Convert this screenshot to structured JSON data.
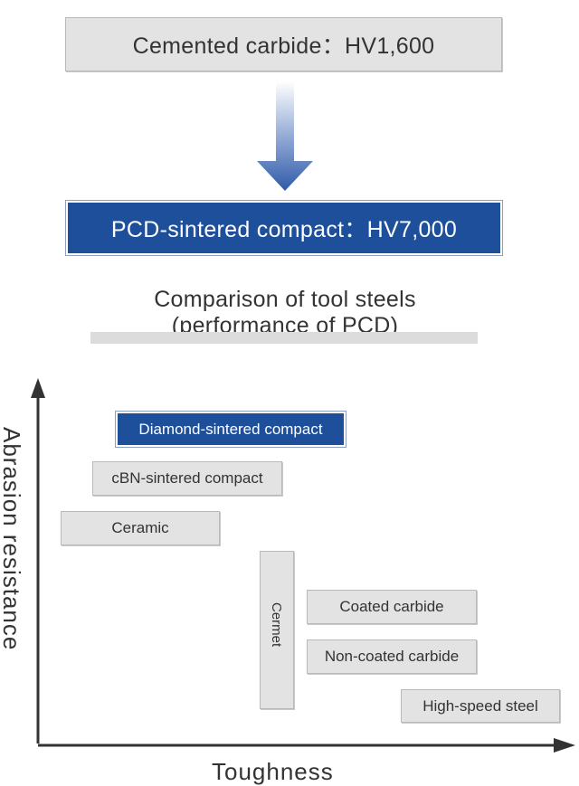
{
  "comparison": {
    "from_label": "Cemented carbide：HV1,600",
    "to_label": "PCD-sintered compact：HV7,000"
  },
  "caption": {
    "line1": "Comparison of tool steels",
    "line2": "(performance of PCD)"
  },
  "axes": {
    "y_label": "Abrasion resistance",
    "x_label": "Toughness"
  },
  "materials": {
    "diamond": "Diamond-sintered compact",
    "cbn": "cBN-sintered compact",
    "ceramic": "Ceramic",
    "cermet": "Cermet",
    "coated_carbide": "Coated carbide",
    "non_coated_carbide": "Non-coated carbide",
    "hss": "High-speed steel"
  },
  "colors": {
    "accent_blue": "#1d4f9b",
    "box_gray": "#e3e3e3",
    "axis": "#333333"
  }
}
